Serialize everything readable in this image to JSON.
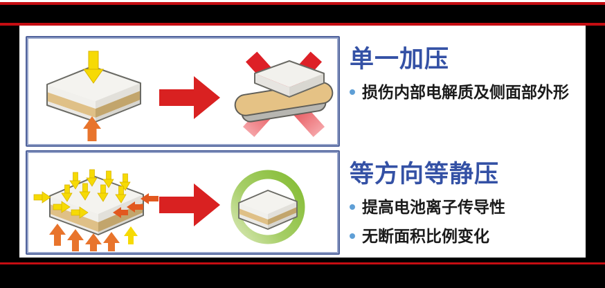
{
  "colors": {
    "red_line": "#c50d12",
    "frame": "#000000",
    "box_border": "#50639c",
    "heading_blue": "#3451a5",
    "bullet_dot": "#5f9fd6",
    "body_text": "#1b1b1b",
    "arrow_red": "#d92121",
    "arrow_yellow": "#f6da05",
    "arrow_orange": "#e8742c",
    "arrow_deep_orange": "#e2581f",
    "ring_green": "#8cc23d",
    "battery_tan": "#dfc087",
    "battery_white": "#f1f0ec"
  },
  "icons": {
    "transform_arrow": "➡",
    "prohibited_cross": "✕",
    "approved_ring": "◯",
    "press_down_arrow": "⬇",
    "press_up_arrow": "⬆"
  },
  "sections": [
    {
      "heading": "单一加压",
      "bullets": [
        "损伤内部电解质及侧面部外形"
      ]
    },
    {
      "heading": "等方向等静压",
      "bullets": [
        "提高电池离子传导性",
        "无断面积比例变化"
      ]
    }
  ]
}
